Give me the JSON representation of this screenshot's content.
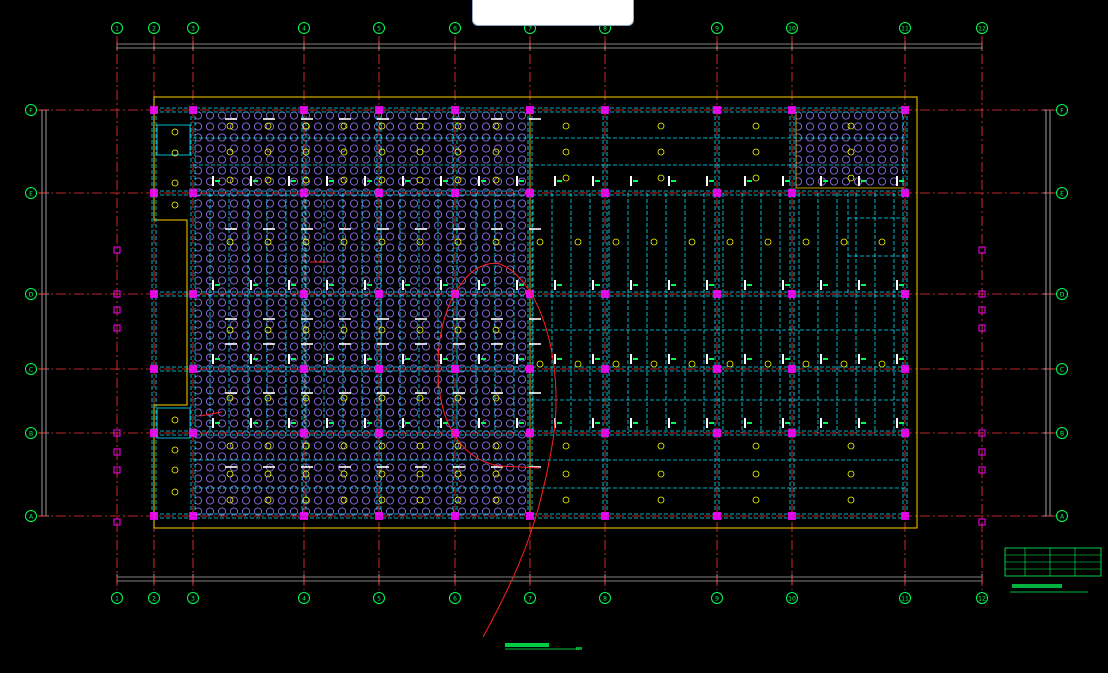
{
  "drawing": {
    "column_grid_labels": [
      "1",
      "2",
      "3",
      "4",
      "5",
      "6",
      "7",
      "8",
      "9",
      "10",
      "11",
      "12"
    ],
    "row_grid_labels": [
      "F",
      "E",
      "D",
      "C",
      "B",
      "A"
    ],
    "colors": {
      "background": "#000000",
      "grid_axis": "#ff3333",
      "beam": "#00e5ff",
      "column": "#ff00ff",
      "pile": "#9a78ff",
      "dimension": "#ffffff",
      "outline": "#ffd000",
      "label": "#00ff55",
      "tag": "#ffff00",
      "curve": "#ff2020"
    }
  },
  "popup": {
    "text": ""
  }
}
